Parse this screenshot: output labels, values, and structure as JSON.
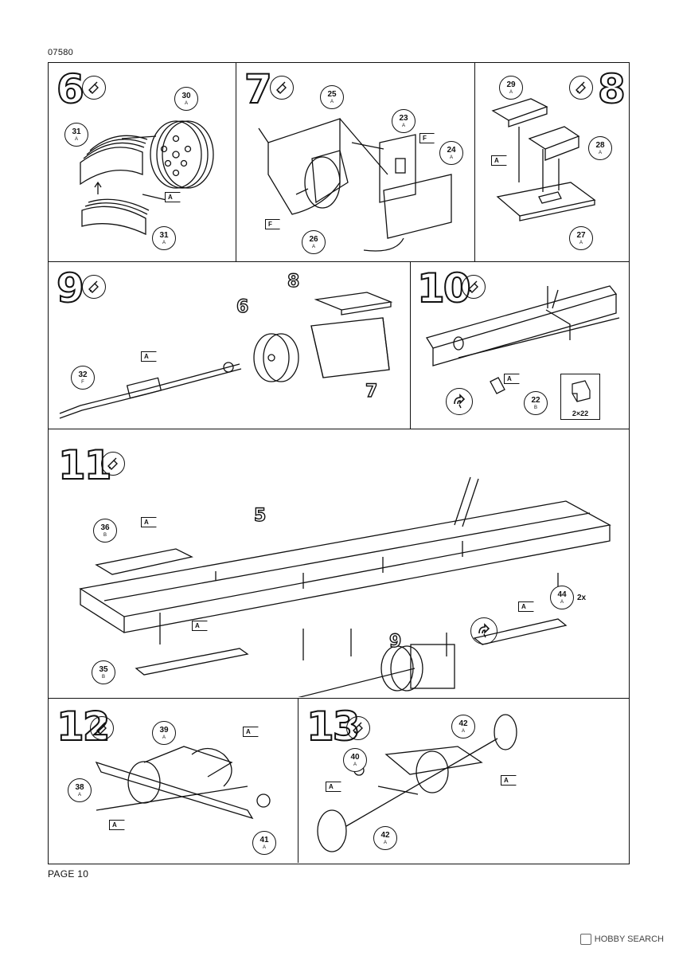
{
  "header": {
    "kit_code": "07580"
  },
  "footer": {
    "page_label": "PAGE 10"
  },
  "watermark": {
    "text": "HOBBY SEARCH"
  },
  "steps": {
    "s6": {
      "number": "6",
      "parts": {
        "p30": "30",
        "p30s": "A",
        "p31a": "31",
        "p31as": "A",
        "p31b": "31",
        "p31bs": "A"
      },
      "flags": {
        "f1": "A"
      }
    },
    "s7": {
      "number": "7",
      "parts": {
        "p25": "25",
        "p25s": "A",
        "p23": "23",
        "p23s": "A",
        "p24": "24",
        "p24s": "A",
        "p26": "26",
        "p26s": "A"
      },
      "flags": {
        "f1": "F",
        "f2": "F"
      }
    },
    "s8": {
      "number": "8",
      "parts": {
        "p29": "29",
        "p29s": "A",
        "p28": "28",
        "p28s": "A",
        "p27": "27",
        "p27s": "A"
      },
      "flags": {
        "f1": "A"
      }
    },
    "s9": {
      "number": "9",
      "parts": {
        "p32": "32",
        "p32s": "F"
      },
      "flags": {
        "f1": "A"
      },
      "refs": {
        "r6": "6",
        "r7": "7",
        "r8": "8"
      }
    },
    "s10": {
      "number": "10",
      "parts": {
        "p22": "22",
        "p22s": "B"
      },
      "flags": {
        "f1": "A"
      },
      "qty": "2×22"
    },
    "s11": {
      "number": "11",
      "parts": {
        "p36": "36",
        "p36s": "B",
        "p35": "35",
        "p35s": "B",
        "p44": "44",
        "p44s": "A"
      },
      "flags": {
        "f1": "A",
        "f2": "A",
        "f3": "A"
      },
      "refs": {
        "r5": "5",
        "r9": "9"
      },
      "qty": "2x"
    },
    "s12": {
      "number": "12",
      "parts": {
        "p39": "39",
        "p39s": "A",
        "p38": "38",
        "p38s": "A",
        "p41": "41",
        "p41s": "A"
      },
      "flags": {
        "f1": "A",
        "f2": "A"
      }
    },
    "s13": {
      "number": "13",
      "parts": {
        "p42a": "42",
        "p42as": "A",
        "p40": "40",
        "p40s": "A",
        "p42b": "42",
        "p42bs": "A"
      },
      "flags": {
        "f1": "A",
        "f2": "A"
      }
    }
  },
  "colors": {
    "ink": "#111111",
    "paper": "#ffffff"
  },
  "icons": [
    "glue-tube-icon",
    "rotate-model-icon"
  ]
}
